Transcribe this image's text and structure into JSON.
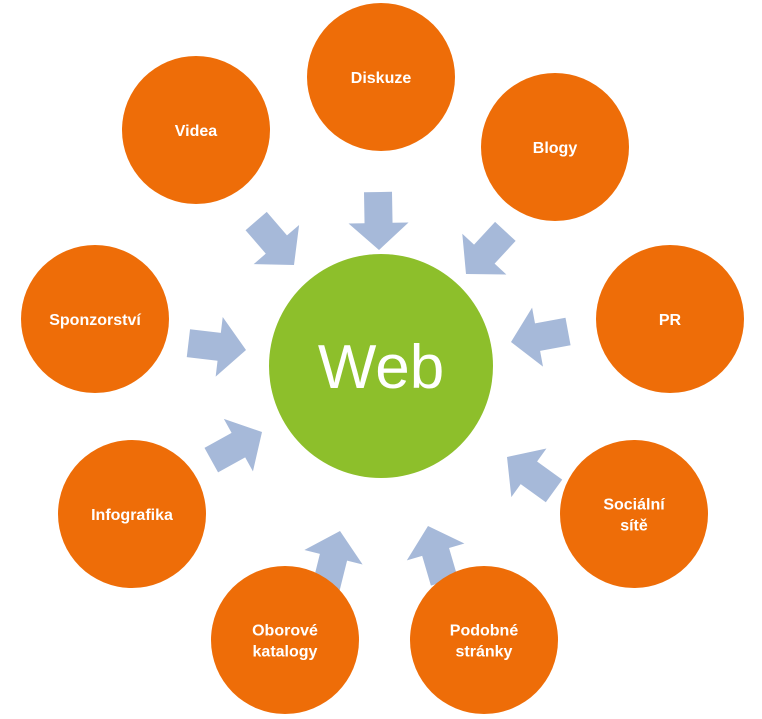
{
  "hub": {
    "label": "Web",
    "color": "#8dbf2b",
    "text_color": "#ffffff"
  },
  "satellites": [
    {
      "lines": [
        "Diskuze"
      ]
    },
    {
      "lines": [
        "Blogy"
      ]
    },
    {
      "lines": [
        "PR"
      ]
    },
    {
      "lines": [
        "Sociální",
        "sítě"
      ]
    },
    {
      "lines": [
        "Podobné",
        "stránky"
      ]
    },
    {
      "lines": [
        "Oborové",
        "katalogy"
      ]
    },
    {
      "lines": [
        "Infografika"
      ]
    },
    {
      "lines": [
        "Sponzorství"
      ]
    },
    {
      "lines": [
        "Videa"
      ]
    }
  ],
  "colors": {
    "satellite": "#ee6d08",
    "satellite_text": "#ffffff",
    "arrow": "#a6b9d9"
  }
}
